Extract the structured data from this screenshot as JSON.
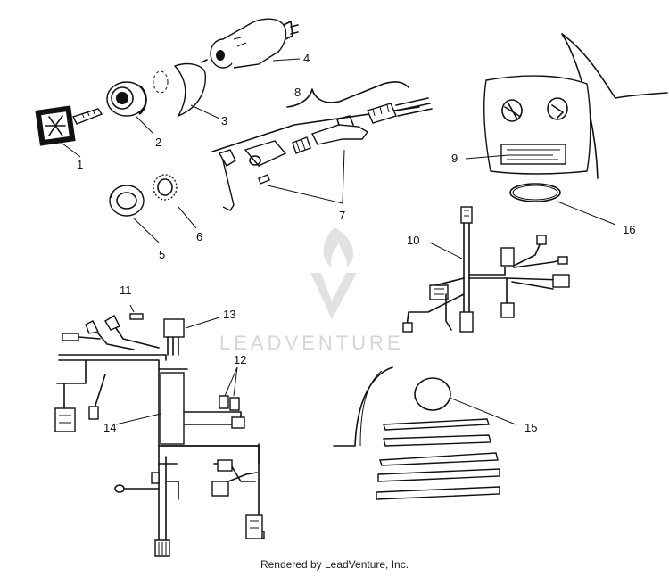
{
  "callouts": {
    "c1": "1",
    "c2": "2",
    "c3": "3",
    "c4": "4",
    "c5": "5",
    "c6": "6",
    "c7": "7",
    "c8": "8",
    "c9": "9",
    "c10": "10",
    "c11": "11",
    "c12": "12",
    "c13": "13",
    "c14": "14",
    "c15": "15",
    "c16": "16"
  },
  "watermark": {
    "text": "LEADVENTURE"
  },
  "footer": {
    "text": "Rendered by LeadVenture, Inc."
  }
}
